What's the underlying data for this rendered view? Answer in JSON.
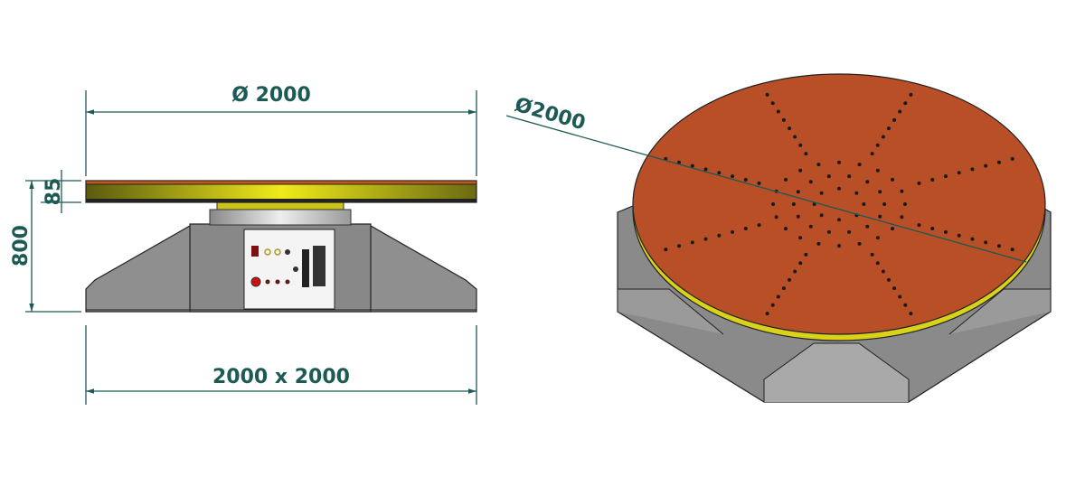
{
  "side_view": {
    "diameter_label": "Ø 2000",
    "footprint_label": "2000 x 2000",
    "height_label": "800",
    "plate_thickness_label": "85"
  },
  "iso_view": {
    "diameter_label": "Ø2000"
  },
  "colors": {
    "dimension": "#1d5a55",
    "plate_top": "#b94f26",
    "plate_edge": "#d8d21a",
    "base": "#8f8f8f"
  }
}
